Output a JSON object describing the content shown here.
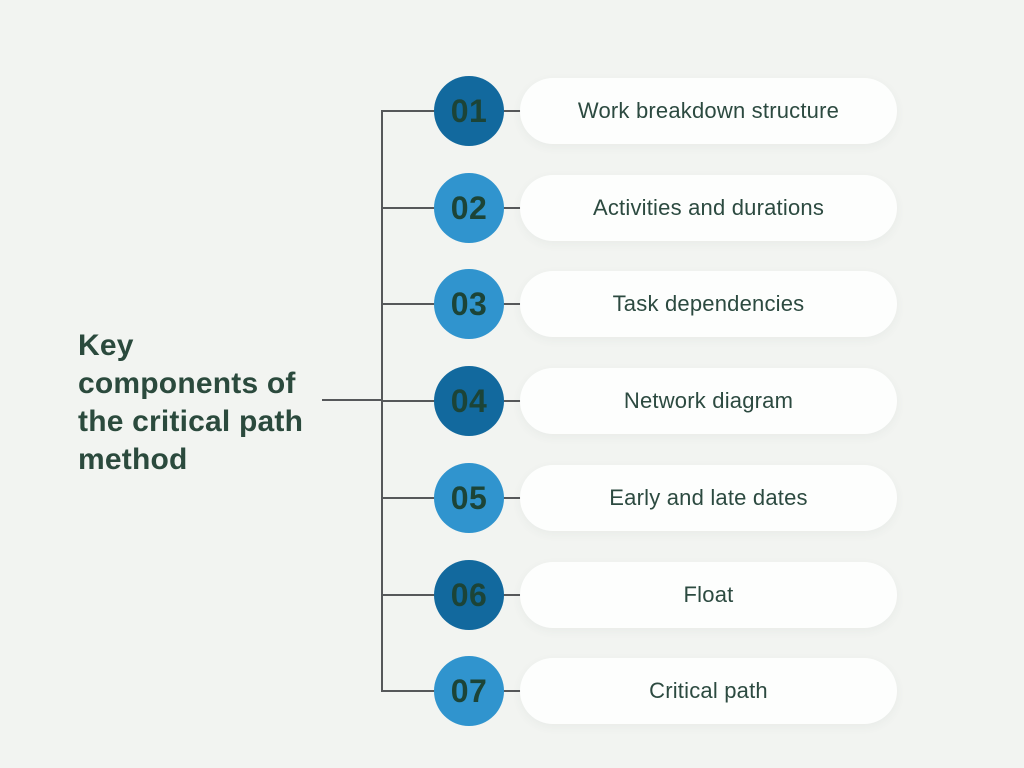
{
  "page": {
    "background": "#f2f4f1"
  },
  "title": {
    "text": "Key\ncomponents of\nthe critical path\nmethod",
    "color": "#2b4a3d"
  },
  "colors": {
    "dark_circle": "#12699e",
    "light_circle": "#3094ce",
    "number_text": "#1c4437",
    "label_text": "#2c4a40",
    "line": "#56585a",
    "pill_bg": "#fdfefd"
  },
  "items": [
    {
      "number": "01",
      "label": "Work breakdown structure",
      "tone": "dark"
    },
    {
      "number": "02",
      "label": "Activities and durations",
      "tone": "light"
    },
    {
      "number": "03",
      "label": "Task dependencies",
      "tone": "light"
    },
    {
      "number": "04",
      "label": "Network diagram",
      "tone": "dark"
    },
    {
      "number": "05",
      "label": "Early and late dates",
      "tone": "light"
    },
    {
      "number": "06",
      "label": "Float",
      "tone": "dark"
    },
    {
      "number": "07",
      "label": "Critical path",
      "tone": "light"
    }
  ]
}
